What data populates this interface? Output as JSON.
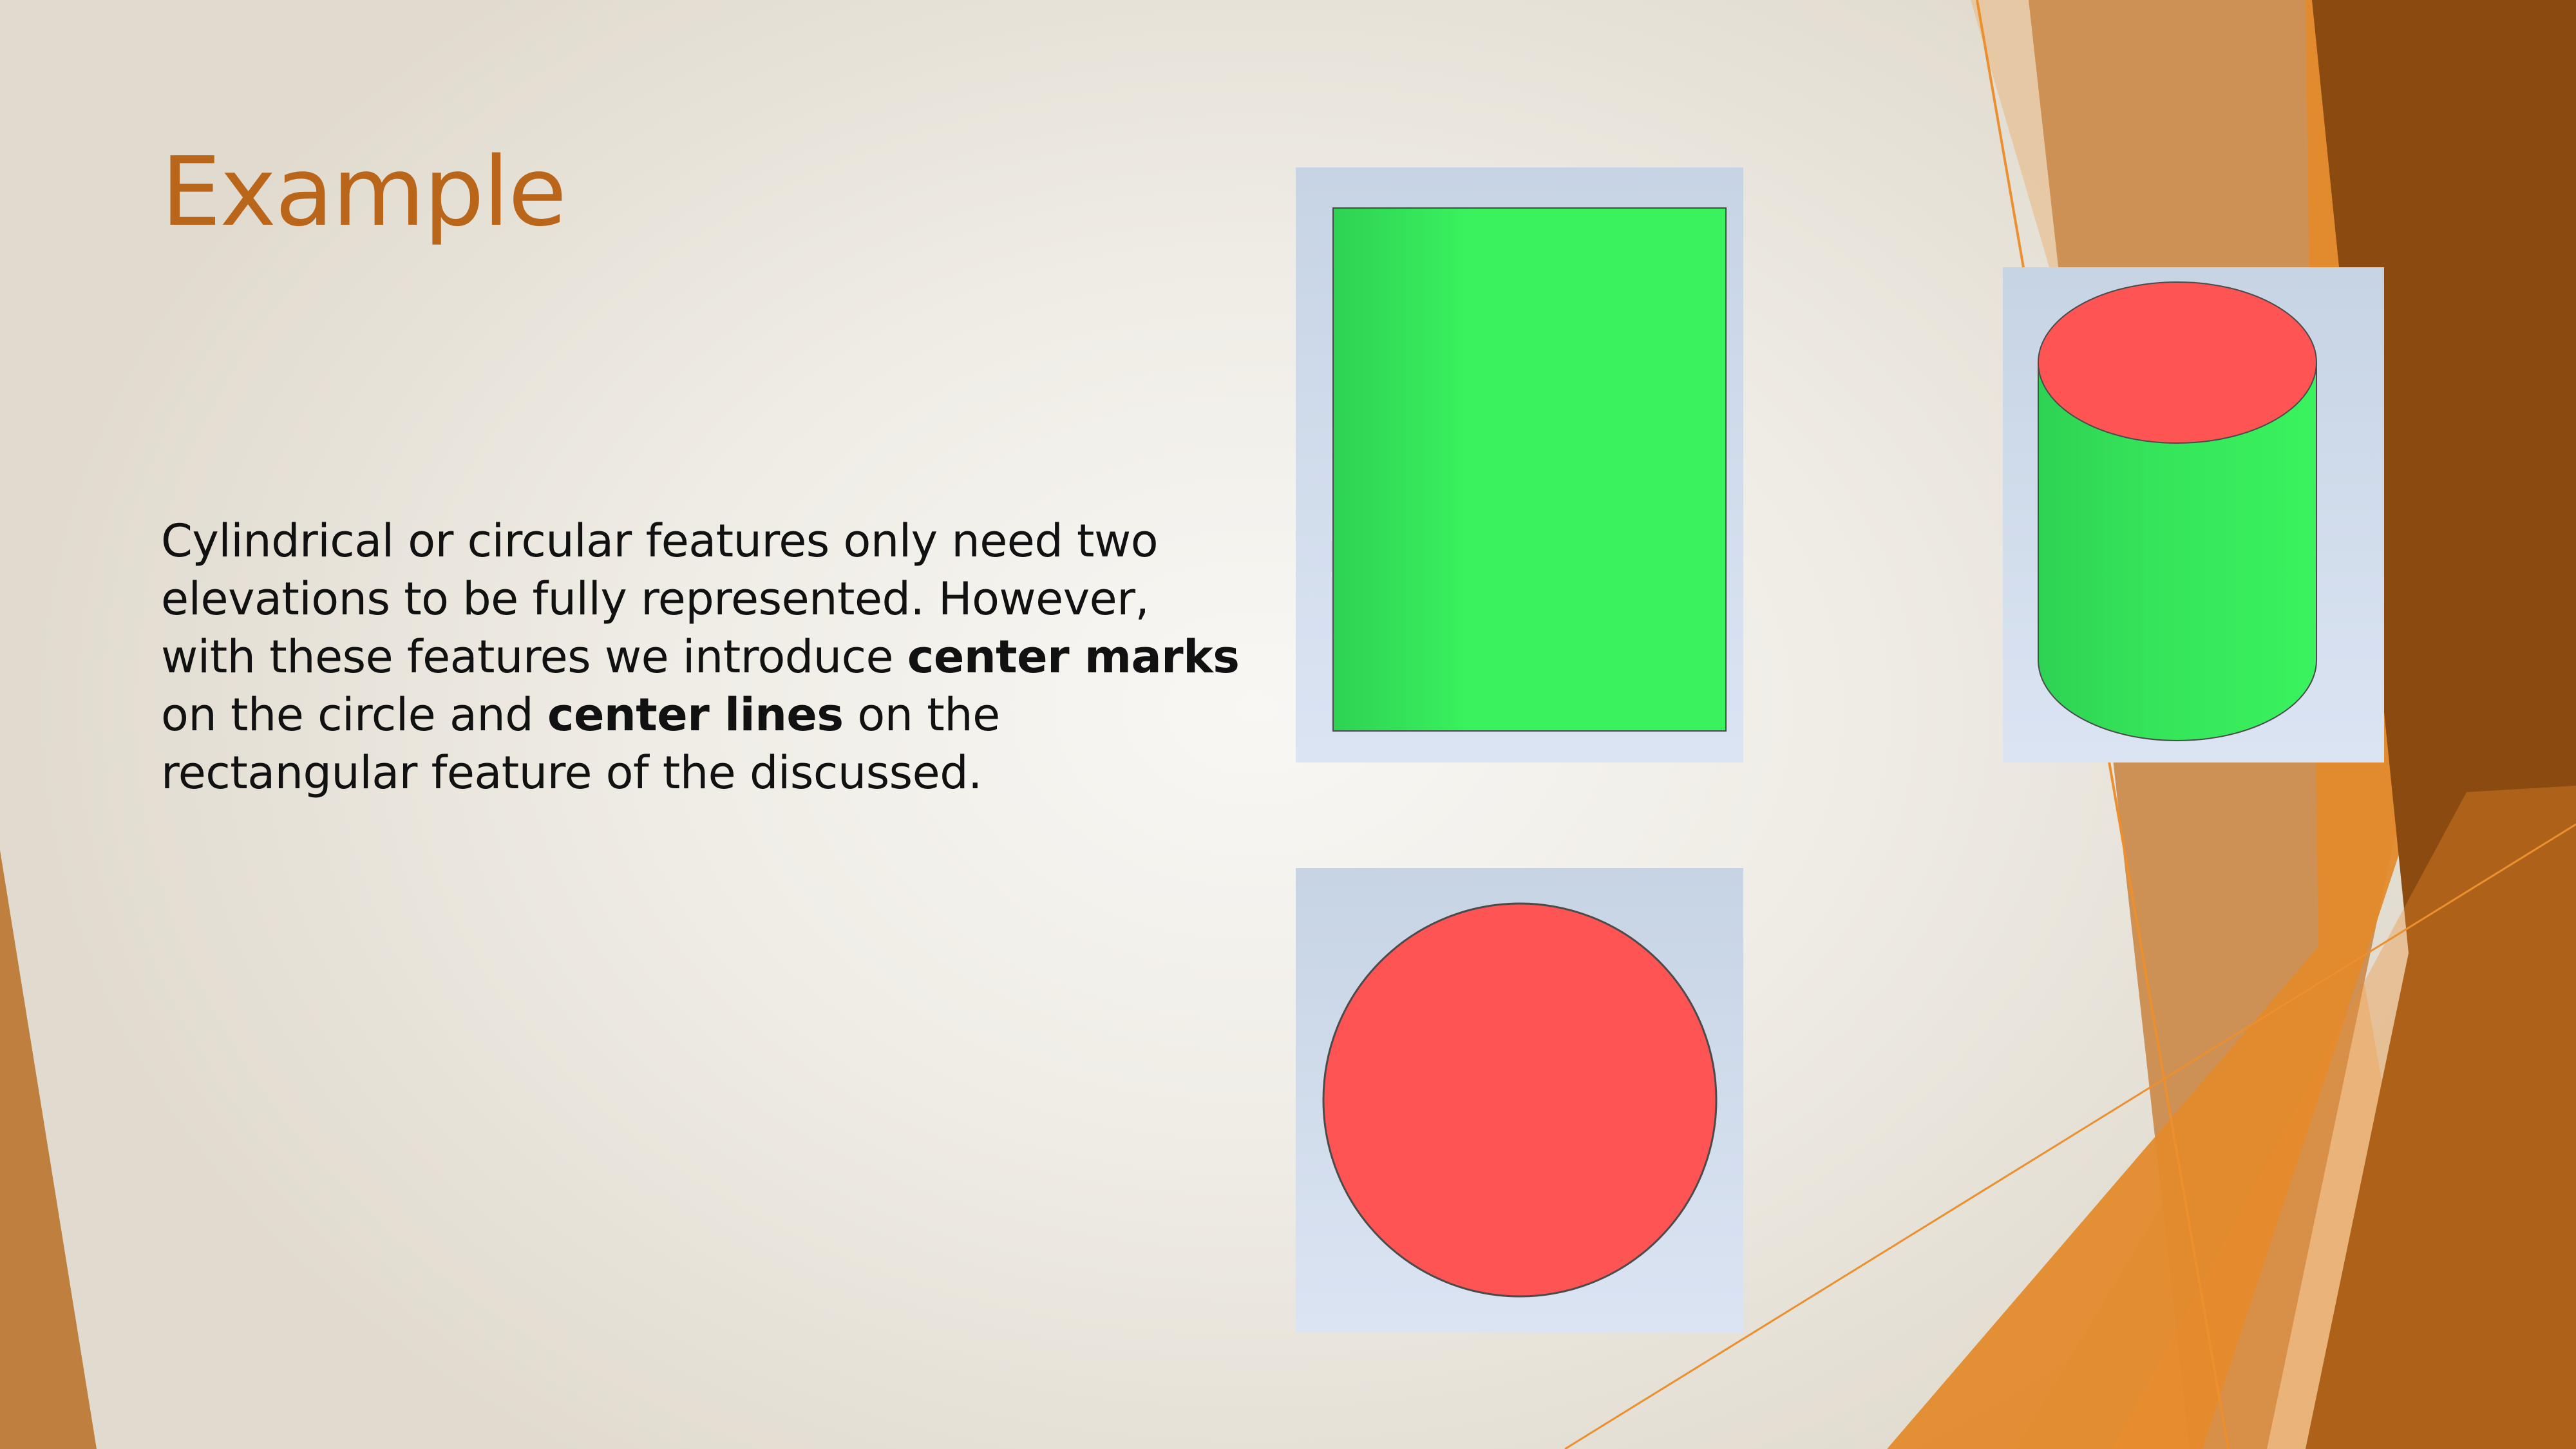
{
  "slide": {
    "title": "Example",
    "body": {
      "line1": "Cylindrical or circular features only need two",
      "line2": "elevations to be fully represented. However,",
      "line3_pre": "with these features we introduce ",
      "line3_bold": "center marks",
      "line4_pre": "on the circle and ",
      "line4_bold": "center lines",
      "line4_post": " on the",
      "line5": "rectangular feature of the discussed."
    }
  },
  "colors": {
    "title": "#b9661b",
    "text": "#111111",
    "cylinder_side": "#3af25e",
    "cylinder_top": "#ff5454",
    "figure_background": "#d2dcec",
    "accent_orange": "#ee8c2b",
    "accent_brown": "#8a4a10"
  },
  "figures": [
    {
      "view": "front-elevation",
      "shape": "rectangle",
      "color": "green"
    },
    {
      "view": "top-view",
      "shape": "circle",
      "color": "red"
    },
    {
      "view": "isometric",
      "shape": "cylinder",
      "colors": [
        "red",
        "green"
      ]
    }
  ]
}
